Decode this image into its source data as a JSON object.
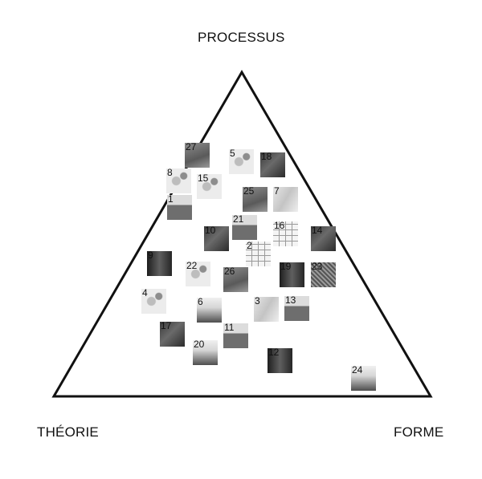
{
  "vertices": {
    "top": "PROCESSUS",
    "left": "THÉORIE",
    "right": "FORME"
  },
  "items": [
    {
      "id": "27",
      "tone": "t-mid"
    },
    {
      "id": "5",
      "tone": "t-sketch"
    },
    {
      "id": "18",
      "tone": "t-dark"
    },
    {
      "id": "8",
      "tone": "t-sketch"
    },
    {
      "id": "15",
      "tone": "t-sketch"
    },
    {
      "id": "25",
      "tone": "t-mid"
    },
    {
      "id": "7",
      "tone": "t-light"
    },
    {
      "id": "1",
      "tone": "t-build"
    },
    {
      "id": "21",
      "tone": "t-build"
    },
    {
      "id": "16",
      "tone": "t-plan"
    },
    {
      "id": "10",
      "tone": "t-dark"
    },
    {
      "id": "14",
      "tone": "t-dark"
    },
    {
      "id": "2",
      "tone": "t-plan"
    },
    {
      "id": "9",
      "tone": "t-night"
    },
    {
      "id": "22",
      "tone": "t-sketch"
    },
    {
      "id": "26",
      "tone": "t-mid"
    },
    {
      "id": "19",
      "tone": "t-night"
    },
    {
      "id": "23",
      "tone": "t-grid"
    },
    {
      "id": "4",
      "tone": "t-sketch"
    },
    {
      "id": "6",
      "tone": "t-sky"
    },
    {
      "id": "3",
      "tone": "t-light"
    },
    {
      "id": "13",
      "tone": "t-build"
    },
    {
      "id": "17",
      "tone": "t-dark"
    },
    {
      "id": "11",
      "tone": "t-build"
    },
    {
      "id": "20",
      "tone": "t-sky"
    },
    {
      "id": "12",
      "tone": "t-night"
    },
    {
      "id": "24",
      "tone": "t-sky"
    }
  ]
}
